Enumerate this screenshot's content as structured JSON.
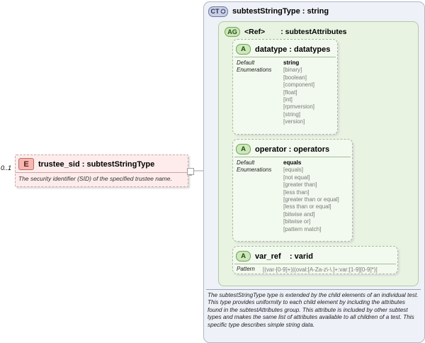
{
  "element": {
    "badge": "E",
    "name": "trustee_sid : subtestStringType",
    "occurrence": "0..1",
    "description": "The security identifier (SID) of the specified trustee name."
  },
  "complex_type": {
    "badge": "CT",
    "name": "subtestStringType : string",
    "description": "The subtestStringType type is extended by the child elements of an individual test.  This type provides uniformity to each child element by including the attributes found in the subtestAttributes group.  This attribute is included by other subtest types and makes the same list of attributes available to all children of a test.  This specific type describes simple string data."
  },
  "attribute_group": {
    "badge": "AG",
    "ref_label": "<Ref>",
    "name": ": subtestAttributes"
  },
  "attributes": [
    {
      "badge": "A",
      "name": "datatype : datatypes",
      "default_label": "Default",
      "enum_label": "Enumerations",
      "default_value": "string",
      "enumerations": [
        "[binary]",
        "[boolean]",
        "[component]",
        "[float]",
        "[int]",
        "[rpmversion]",
        "[string]",
        "[version]"
      ]
    },
    {
      "badge": "A",
      "name": "operator : operators",
      "default_label": "Default",
      "enum_label": "Enumerations",
      "default_value": "equals",
      "enumerations": [
        "[equals]",
        "[not equal]",
        "[greater than]",
        "[less than]",
        "[greater than or equal]",
        "[less than or equal]",
        "[bitwise and]",
        "[bitwise or]",
        "[pattern match]"
      ]
    },
    {
      "badge": "A",
      "name": "var_ref    : varid",
      "pattern_label": "Pattern",
      "pattern_value": "[(var-[0-9]+)|(oval:[A-Za-z\\-\\.]+:var:[1-9][0-9]*)]"
    }
  ],
  "colors": {
    "element_bg": "#fdeceb",
    "complex_type_bg": "#eef1f7",
    "attribute_group_bg": "#e8f3e1",
    "attribute_bg": "#f2f9ee"
  }
}
